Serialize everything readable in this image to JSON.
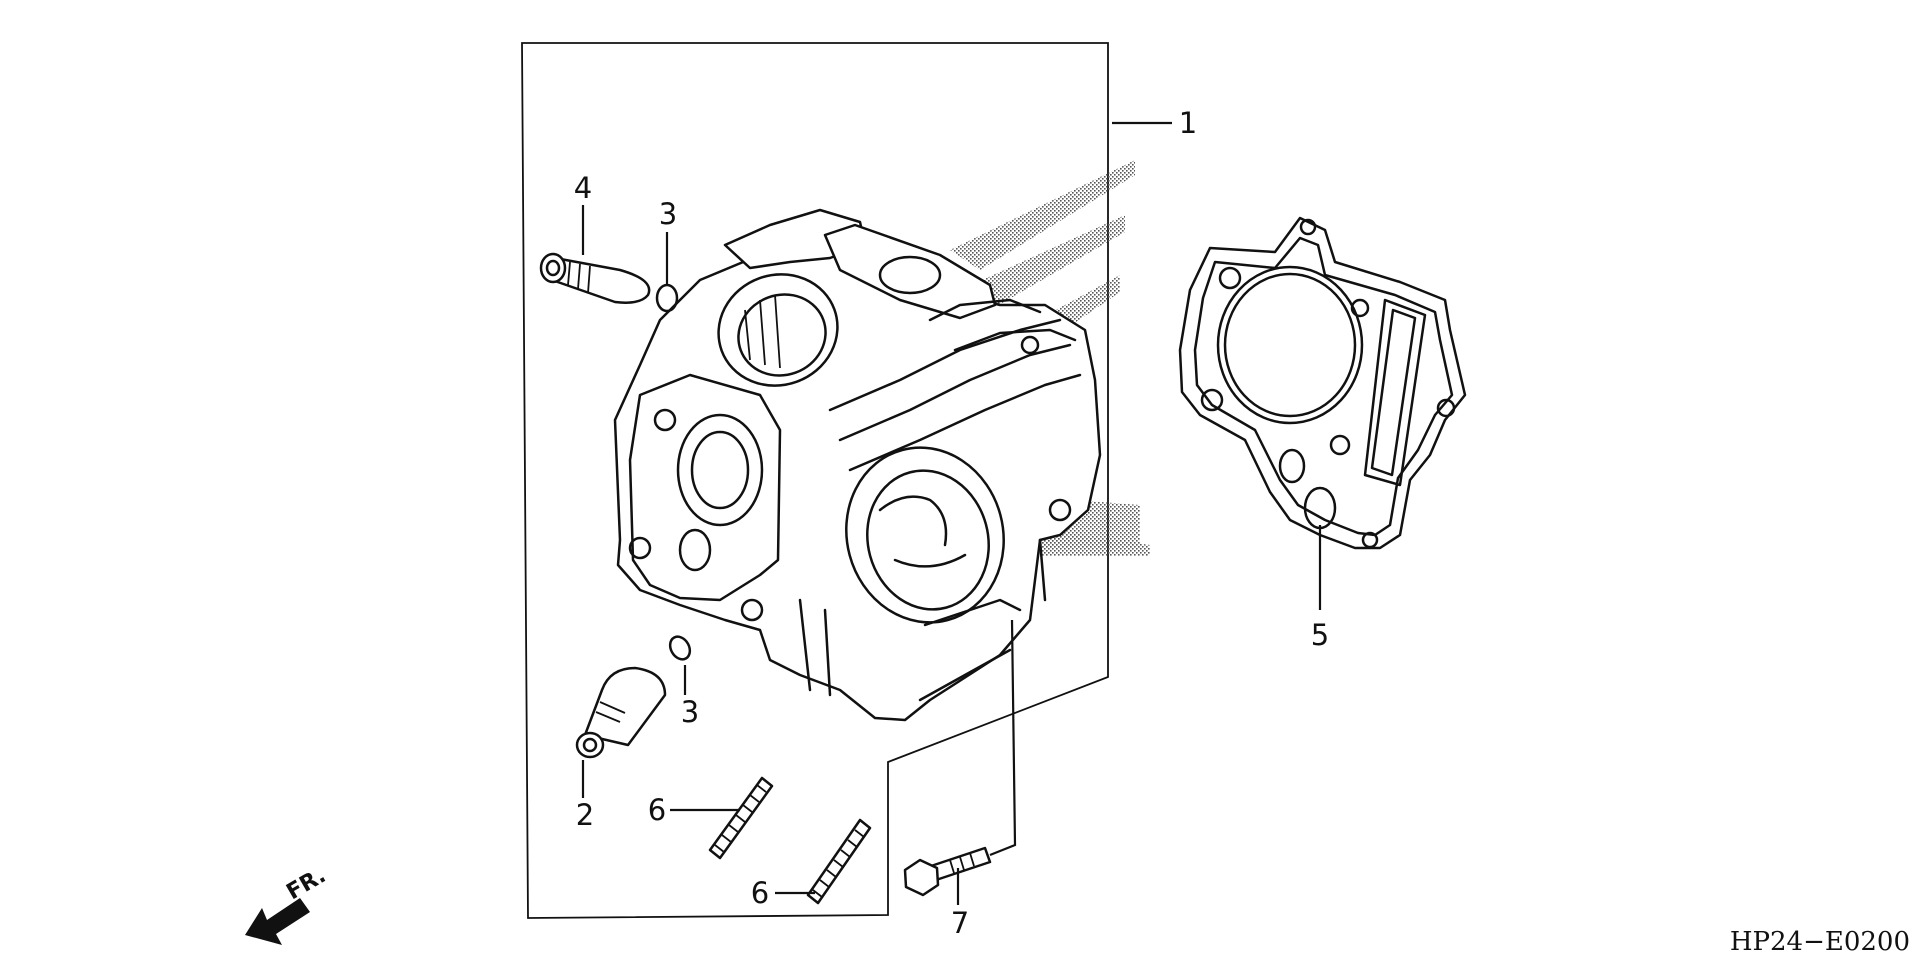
{
  "diagram": {
    "callouts": {
      "c1": "1",
      "c2": "2",
      "c3a": "3",
      "c3b": "3",
      "c4": "4",
      "c5": "5",
      "c6a": "6",
      "c6b": "6",
      "c7": "7"
    },
    "front_label": "FR.",
    "figure_code": "HP24−E0200"
  },
  "colors": {
    "ink": "#111111",
    "background": "#ffffff",
    "shade": "#7a7a7a"
  }
}
